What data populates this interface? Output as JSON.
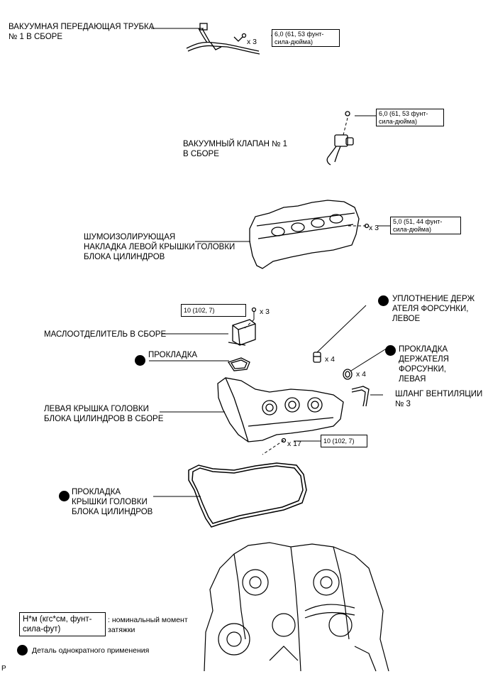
{
  "parts": {
    "vacuum_tube": "ВАКУУМНАЯ ПЕРЕДАЮЩАЯ ТРУБКА\n№ 1 В СБОРЕ",
    "vacuum_valve": "ВАКУУМНЫЙ КЛАПАН № 1\nВ СБОРЕ",
    "insulator": "ШУМОИЗОЛИРУЮЩАЯ\nНАКЛАДКА ЛЕВОЙ КРЫШКИ ГОЛОВКИ\nБЛОКА ЦИЛИНДРОВ",
    "injector_seal": "УПЛОТНЕНИЕ ДЕРЖ\nАТЕЛЯ ФОРСУНКИ,\nЛЕВОЕ",
    "oil_separator": "МАСЛООТДЕЛИТЕЛЬ В СБОРЕ",
    "gasket": "ПРОКЛАДКА",
    "injector_gasket": "ПРОКЛАДКА\nДЕРЖАТЕЛЯ\nФОРСУНКИ,\nЛЕВАЯ",
    "vent_hose": "ШЛАНГ ВЕНТИЛЯЦИИ\n№ 3",
    "head_cover": "ЛЕВАЯ КРЫШКА ГОЛОВКИ\nБЛОКА ЦИЛИНДРОВ В СБОРЕ",
    "head_cover_gasket": "ПРОКЛАДКА\nКРЫШКИ ГОЛОВКИ\nБЛОКА ЦИЛИНДРОВ"
  },
  "torques": {
    "t1": "6,0 (61, 53 фунт-\nсила-дюйма)",
    "t2": "6,0 (61, 53 фунт-\nсила-дюйма)",
    "t3": "5,0 (51, 44 фунт-\nсила-дюйма)",
    "t4": "10 (102, 7)",
    "t5": "10 (102, 7)"
  },
  "quantities": {
    "q1": "x 3",
    "q2": "x 3",
    "q3": "x 3",
    "q4": "x 4",
    "q5": "x 4",
    "q6": "x 17"
  },
  "legend": {
    "unit_box": "Н*м (кгс*см, фунт-\nсила-фут)",
    "unit_desc": ": номинальный момент\nзатяжки",
    "single_use": "Деталь однократного применения"
  },
  "corner_mark": "P"
}
